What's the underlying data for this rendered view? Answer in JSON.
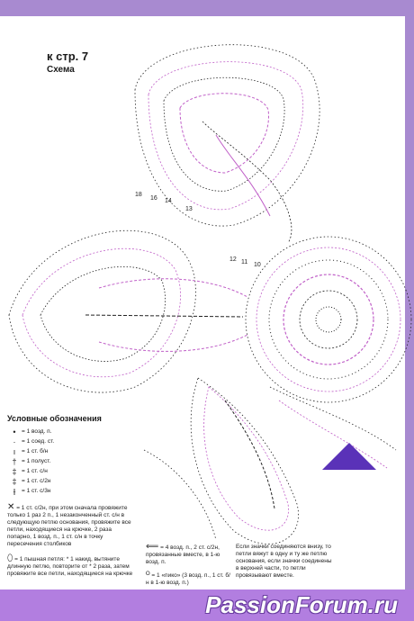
{
  "header": {
    "page_ref": "к стр. 7",
    "scheme_title": "Схема"
  },
  "diagram": {
    "row_numbers": [
      "18",
      "16",
      "14",
      "13",
      "12",
      "11",
      "10"
    ]
  },
  "legend": {
    "title": "Условные обозначения",
    "items": [
      {
        "symbol": "•",
        "text": "= 1 возд. п."
      },
      {
        "symbol": "·",
        "text": "= 1 соед. ст."
      },
      {
        "symbol": "ı",
        "text": "= 1 ст. б/н"
      },
      {
        "symbol": "†",
        "text": "= 1 полуст."
      },
      {
        "symbol": "‡",
        "text": "= 1 ст. с/н"
      },
      {
        "symbol": "‡",
        "text": "= 1 ст. с/2н"
      },
      {
        "symbol": "⫲",
        "text": "= 1 ст. с/3н"
      }
    ],
    "cross_note": "= 1 ст. с/2н, при этом сначала провяжите только 1 раз 2 п., 1 незаконченный ст. с/н в следующую петлю основания, провяжите все петли, находящиеся на крючке, 2 раза попарно, 1 возд. п., 1 ст. с/н в точку пересечения столбиков",
    "puff_note": "= 1 пышная петля: * 1 накид, вытяните длинную петлю, повторите от * 2 раза, затем провяжите все петли, находящиеся на крючке",
    "chain_note": "= 4 возд. п., 2 ст. с/2н, провязанные вместе, в 1-ю возд. п.",
    "picot_note": "= 1 «пико» (3 возд. п., 1 ст. б/н в 1-ю возд. п.)",
    "join_note": "Если значки соединяются внизу, то петли вяжут в одну и ту же петлю основания, если значки соединены в верхней части, то петли провязывают вместе."
  },
  "watermark": "PassionForum.ru",
  "colors": {
    "accent": "#a88ad0",
    "diagram_pink": "#c060c8",
    "ink": "#1a1a1a",
    "triangle": "#5a32b8"
  }
}
